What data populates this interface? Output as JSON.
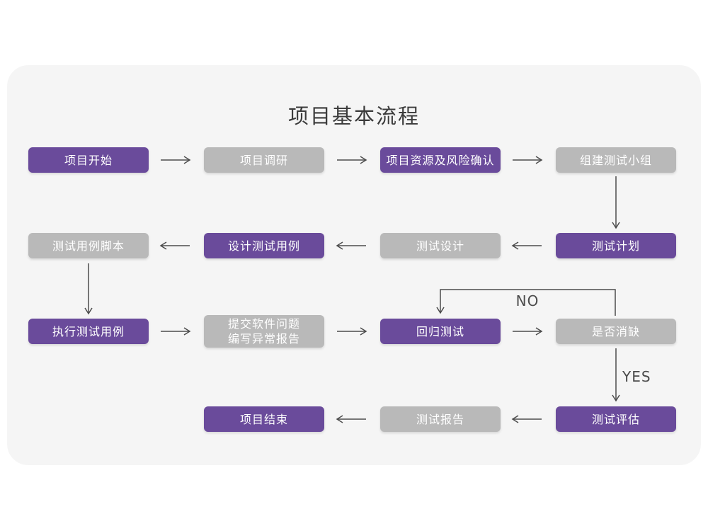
{
  "title": "项目基本流程",
  "colors": {
    "node_purple": "#6a4b9b",
    "node_gray": "#b9b9b9",
    "node_text": "#ffffff",
    "arrow": "#4c4c4c",
    "card_background": "#f5f5f5",
    "page_background": "#ffffff",
    "title_text": "#3b3b3b"
  },
  "nodes": [
    {
      "id": "project-start",
      "label": "项目开始",
      "variant": "purple",
      "col": 1,
      "row": 1
    },
    {
      "id": "project-research",
      "label": "项目调研",
      "variant": "gray",
      "col": 2,
      "row": 1
    },
    {
      "id": "resource-risk-confirm",
      "label": "项目资源及风险确认",
      "variant": "purple",
      "col": 3,
      "row": 1
    },
    {
      "id": "build-test-team",
      "label": "组建测试小组",
      "variant": "gray",
      "col": 4,
      "row": 1
    },
    {
      "id": "test-case-script",
      "label": "测试用例脚本",
      "variant": "gray",
      "col": 1,
      "row": 2
    },
    {
      "id": "design-test-case",
      "label": "设计测试用例",
      "variant": "purple",
      "col": 2,
      "row": 2
    },
    {
      "id": "test-design",
      "label": "测试设计",
      "variant": "gray",
      "col": 3,
      "row": 2
    },
    {
      "id": "test-plan",
      "label": "测试计划",
      "variant": "purple",
      "col": 4,
      "row": 2
    },
    {
      "id": "execute-test-case",
      "label": "执行测试用例",
      "variant": "purple",
      "col": 1,
      "row": 3
    },
    {
      "id": "submit-issue-report",
      "label": "提交软件问题",
      "label2": "编写异常报告",
      "variant": "gray",
      "col": 2,
      "row": 3
    },
    {
      "id": "regression-test",
      "label": "回归测试",
      "variant": "purple",
      "col": 3,
      "row": 3
    },
    {
      "id": "defect-cleared",
      "label": "是否消缺",
      "variant": "gray",
      "col": 4,
      "row": 3
    },
    {
      "id": "project-end",
      "label": "项目结束",
      "variant": "purple",
      "col": 2,
      "row": 4
    },
    {
      "id": "test-report",
      "label": "测试报告",
      "variant": "gray",
      "col": 3,
      "row": 4
    },
    {
      "id": "test-evaluation",
      "label": "测试评估",
      "variant": "purple",
      "col": 4,
      "row": 4
    }
  ],
  "branch_labels": {
    "no": "NO",
    "yes": "YES"
  }
}
